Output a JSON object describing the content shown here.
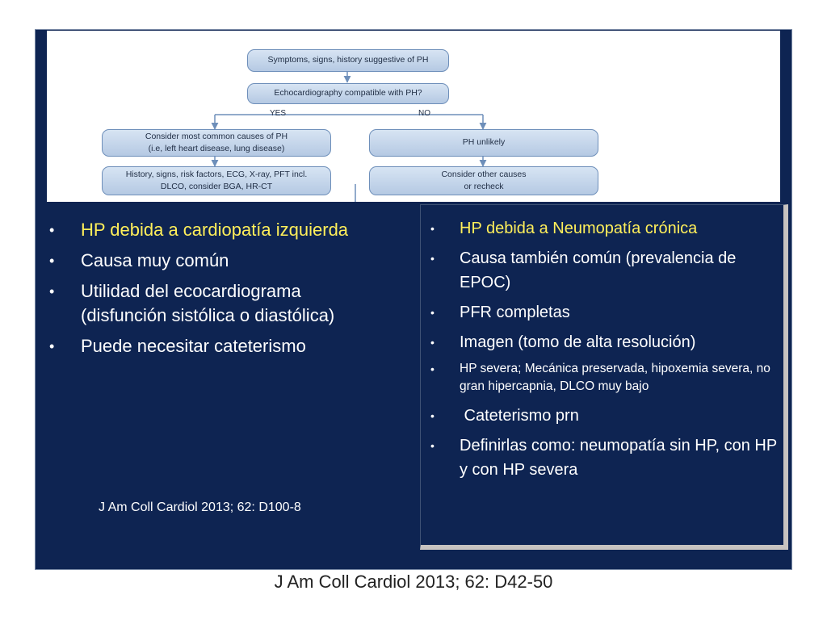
{
  "flowchart": {
    "box_symptoms": "Symptoms, signs, history suggestive of PH",
    "box_echo": "Echocardiography compatible with PH?",
    "label_yes": "YES",
    "label_no": "NO",
    "box_common_causes": [
      "Consider most common causes of PH",
      "(i.e, left heart disease, lung disease)"
    ],
    "box_unlikely": "PH unlikely",
    "box_history": [
      "History, signs, risk factors, ECG, X-ray, PFT incl.",
      "DLCO, consider BGA, HR-CT"
    ],
    "box_other_causes": [
      "Consider other causes",
      "or recheck"
    ]
  },
  "left": {
    "items": [
      "HP debida a cardiopatía izquierda",
      "Causa muy común",
      "Utilidad del ecocardiograma (disfunción sistólica o diastólica)",
      "Puede necesitar cateterismo"
    ],
    "citation": "J Am Coll Cardiol 2013; 62: D100-8"
  },
  "right": {
    "items": [
      "HP debida a Neumopatía crónica",
      "Causa también común (prevalencia de EPOC)",
      "PFR completas",
      "Imagen (tomo de alta resolución)",
      "HP severa; Mecánica preservada, hipoxemia severa, no gran hipercapnia, DLCO muy bajo",
      " Cateterismo prn",
      "Definirlas como: neumopatía sin HP, con HP y con HP severa"
    ]
  },
  "footer": {
    "citation": "J Am Coll Cardiol 2013; 62: D42-50"
  },
  "colors": {
    "slide_bg": "#0e2452",
    "highlight": "#ffef5a",
    "text": "#ffffff"
  }
}
